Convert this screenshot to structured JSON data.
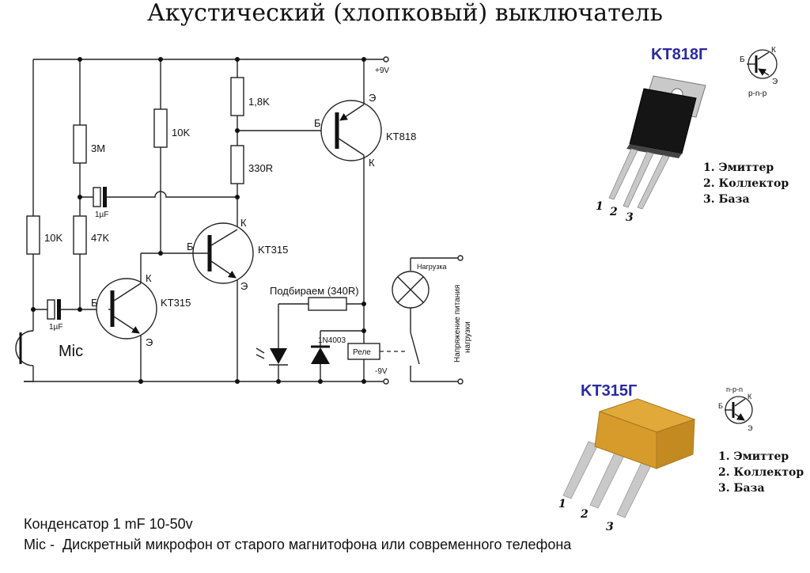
{
  "title": "Акустический (хлопковый) выключатель",
  "schematic": {
    "supply_plus": "+9V",
    "supply_minus": "-9V",
    "resistors": {
      "r_10k_left": "10K",
      "r_3m": "3M",
      "r_47k": "47K",
      "r_10k_mid": "10K",
      "r_1_8k": "1,8K",
      "r_330r": "330R",
      "r_select": "Подбираем (340R)"
    },
    "capacitors": {
      "c_top": "1µF",
      "c_bottom": "1µF"
    },
    "mic_label": "Mic",
    "transistors": {
      "q1": {
        "name": "KT315",
        "base": "Б",
        "collector": "К",
        "emitter": "Э"
      },
      "q2": {
        "name": "KT315",
        "base": "Б",
        "collector": "К",
        "emitter": "Э"
      },
      "q3": {
        "name": "KT818",
        "base": "Б",
        "collector": "К",
        "emitter": "Э"
      }
    },
    "diode": "1N4003",
    "relay": "Реле",
    "load": "Нагрузка",
    "load_supply": [
      "Напряжение питания",
      "нагрузки"
    ]
  },
  "parts": {
    "kt818": {
      "name": "KT818Г",
      "type": "p-n-p",
      "sym": {
        "b": "Б",
        "k": "К",
        "e": "Э"
      },
      "pins": [
        "1. Эмиттер",
        "2. Коллектор",
        "3. База"
      ],
      "pin_numbers": [
        "1",
        "2",
        "3"
      ],
      "body_color": "#151515",
      "tab_color": "#c9c9c9"
    },
    "kt315": {
      "name": "KT315Г",
      "type": "n-p-n",
      "sym": {
        "b": "Б",
        "k": "К",
        "e": "Э"
      },
      "pins": [
        "1. Эмиттер",
        "2. Коллектор",
        "3. База"
      ],
      "pin_numbers": [
        "1",
        "2",
        "3"
      ],
      "body_color": "#e0a93a"
    }
  },
  "notes": [
    "Конденсатор 1 mF 10-50v",
    "Mic -  Дискретный микрофон от старого магнитофона или современного телефона"
  ]
}
